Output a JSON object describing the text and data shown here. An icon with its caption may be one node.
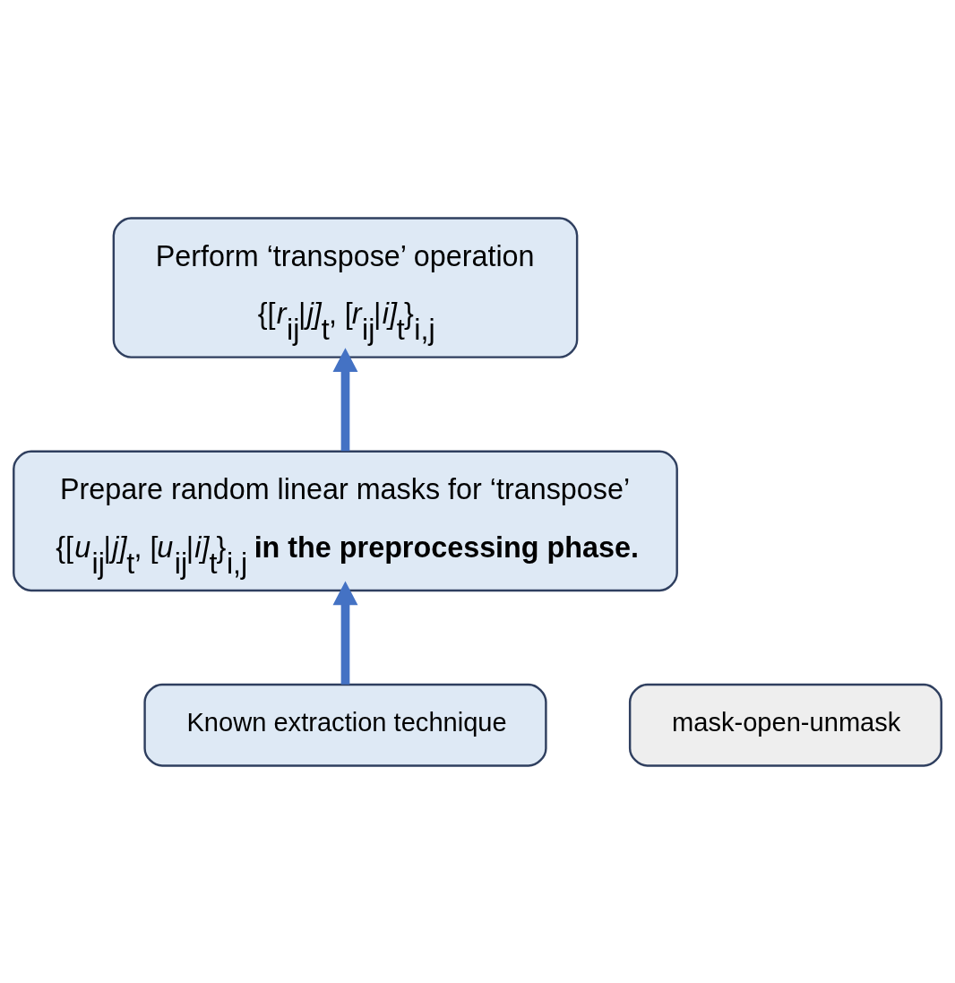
{
  "diagram": {
    "nodes": [
      {
        "text": [
          "Perform ‘transpose’ operation",
          "{[*r*$_{ij}$|*j]*$_{t}$, [*r*$_{ij}$|*i]*$_{t}$}$_{i,j}$"
        ]
      },
      {
        "text": [
          "Prepare random linear masks for ‘transpose’",
          "{[*u*$_{ij}$|*j]*$_{t}$, [*u*$_{ij}$|*i]*$_{t}$}$_{i,j}$ **in the preprocessing phase.**"
        ]
      },
      {
        "text": [
          "Known extraction technique"
        ]
      },
      {
        "text": [
          "mask-open-unmask"
        ]
      }
    ],
    "edges": [
      {
        "from": 2,
        "to": 1,
        "arrow": "to"
      },
      {
        "from": 1,
        "to": 0,
        "arrow": "to"
      }
    ]
  }
}
